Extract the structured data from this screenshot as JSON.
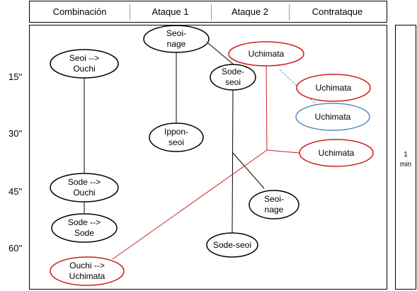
{
  "columns": [
    "Combinación",
    "Ataque 1",
    "Ataque 2",
    "Contrataque"
  ],
  "side_label": "1\nmin",
  "times": [
    "15''",
    "30''",
    "45''",
    "60''"
  ],
  "nodes": {
    "seoi_ouchi": "Seoi -->\nOuchi",
    "seoi_nage_top": "Seoi-\nnage",
    "uchimata_top": "Uchimata",
    "sode_seoi_top": "Sode-\nseoi",
    "uchimata_right1": "Uchimata",
    "uchimata_blue": "Uchimata",
    "ippon_seoi": "Ippon-\nseoi",
    "uchimata_right2": "Uchimata",
    "sode_ouchi": "Sode -->\nOuchi",
    "seoi_nage_bottom": "Seoi-\nnage",
    "sode_sode": "Sode -->\nSode",
    "sode_seoi_bottom": "Sode-seoi",
    "ouchi_uchimata": "Ouchi -->\nUchimata"
  },
  "colors": {
    "black": "#000000",
    "red": "#cc1f1f",
    "blue": "#5b8fc7"
  }
}
